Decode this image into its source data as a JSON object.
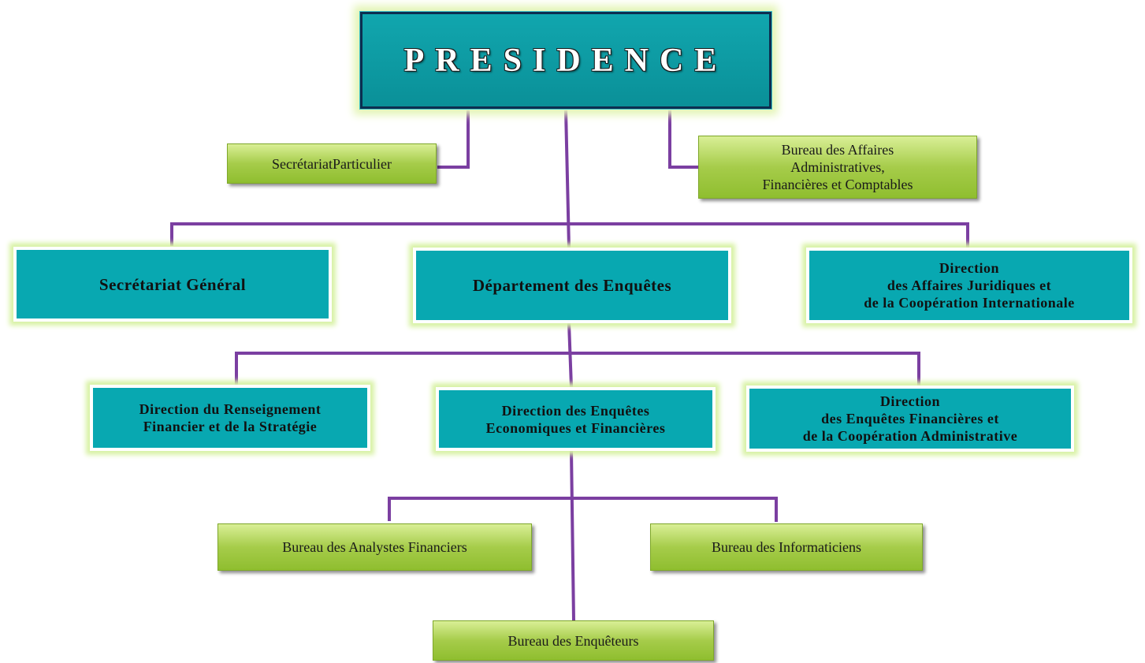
{
  "colors": {
    "connector": "#7b3fa1",
    "teal_box": "#08a8b1",
    "green_box": "#a6cc4a",
    "president_box": "#0f9ea6"
  },
  "president": {
    "label": "PRESIDENCE"
  },
  "staff_units": {
    "secretariat_particulier": {
      "label": "SecrétariatParticulier"
    },
    "bureau_affaires_administratives": {
      "lines": [
        "Bureau des Affaires",
        "Administratives,",
        "Financières et Comptables"
      ]
    }
  },
  "level_2": {
    "secretariat_general": {
      "label": "Secrétariat Général"
    },
    "departement_enquetes": {
      "label": "Département des Enquêtes"
    },
    "direction_affaires_juridiques": {
      "lines": [
        "Direction",
        "des Affaires Juridiques et",
        "de la Coopération Internationale"
      ]
    }
  },
  "level_3": {
    "direction_renseignement": {
      "lines": [
        "Direction du Renseignement",
        "Financier et de la Stratégie"
      ]
    },
    "direction_enquetes_economiques": {
      "lines": [
        "Direction des Enquêtes",
        "Economiques et Financières"
      ]
    },
    "direction_enquetes_financieres": {
      "lines": [
        "Direction",
        "des Enquêtes Financières et",
        "de la Coopération Administrative"
      ]
    }
  },
  "level_4": {
    "bureau_analystes": {
      "label": "Bureau des Analystes Financiers"
    },
    "bureau_informaticiens": {
      "label": "Bureau des Informaticiens"
    },
    "bureau_enqueteurs": {
      "label": "Bureau des Enquêteurs"
    }
  }
}
